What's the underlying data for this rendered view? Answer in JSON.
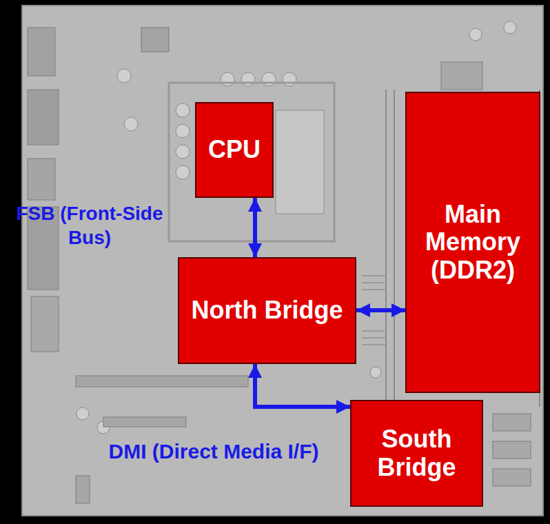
{
  "diagram": {
    "nodes": [
      {
        "text": [
          "CPU"
        ]
      },
      {
        "text": [
          "Main Memory (DDR2)"
        ]
      },
      {
        "text": [
          "North Bridge"
        ]
      },
      {
        "text": [
          "South Bridge"
        ]
      }
    ],
    "edges": [
      {
        "from": 0,
        "to": 2,
        "arrow": "both",
        "label": "FSB (Front-Side Bus)"
      },
      {
        "from": 2,
        "to": 1,
        "arrow": "both"
      },
      {
        "from": 2,
        "to": 3,
        "arrow": "both",
        "label": "DMI (Direct Media I/F)"
      }
    ]
  }
}
